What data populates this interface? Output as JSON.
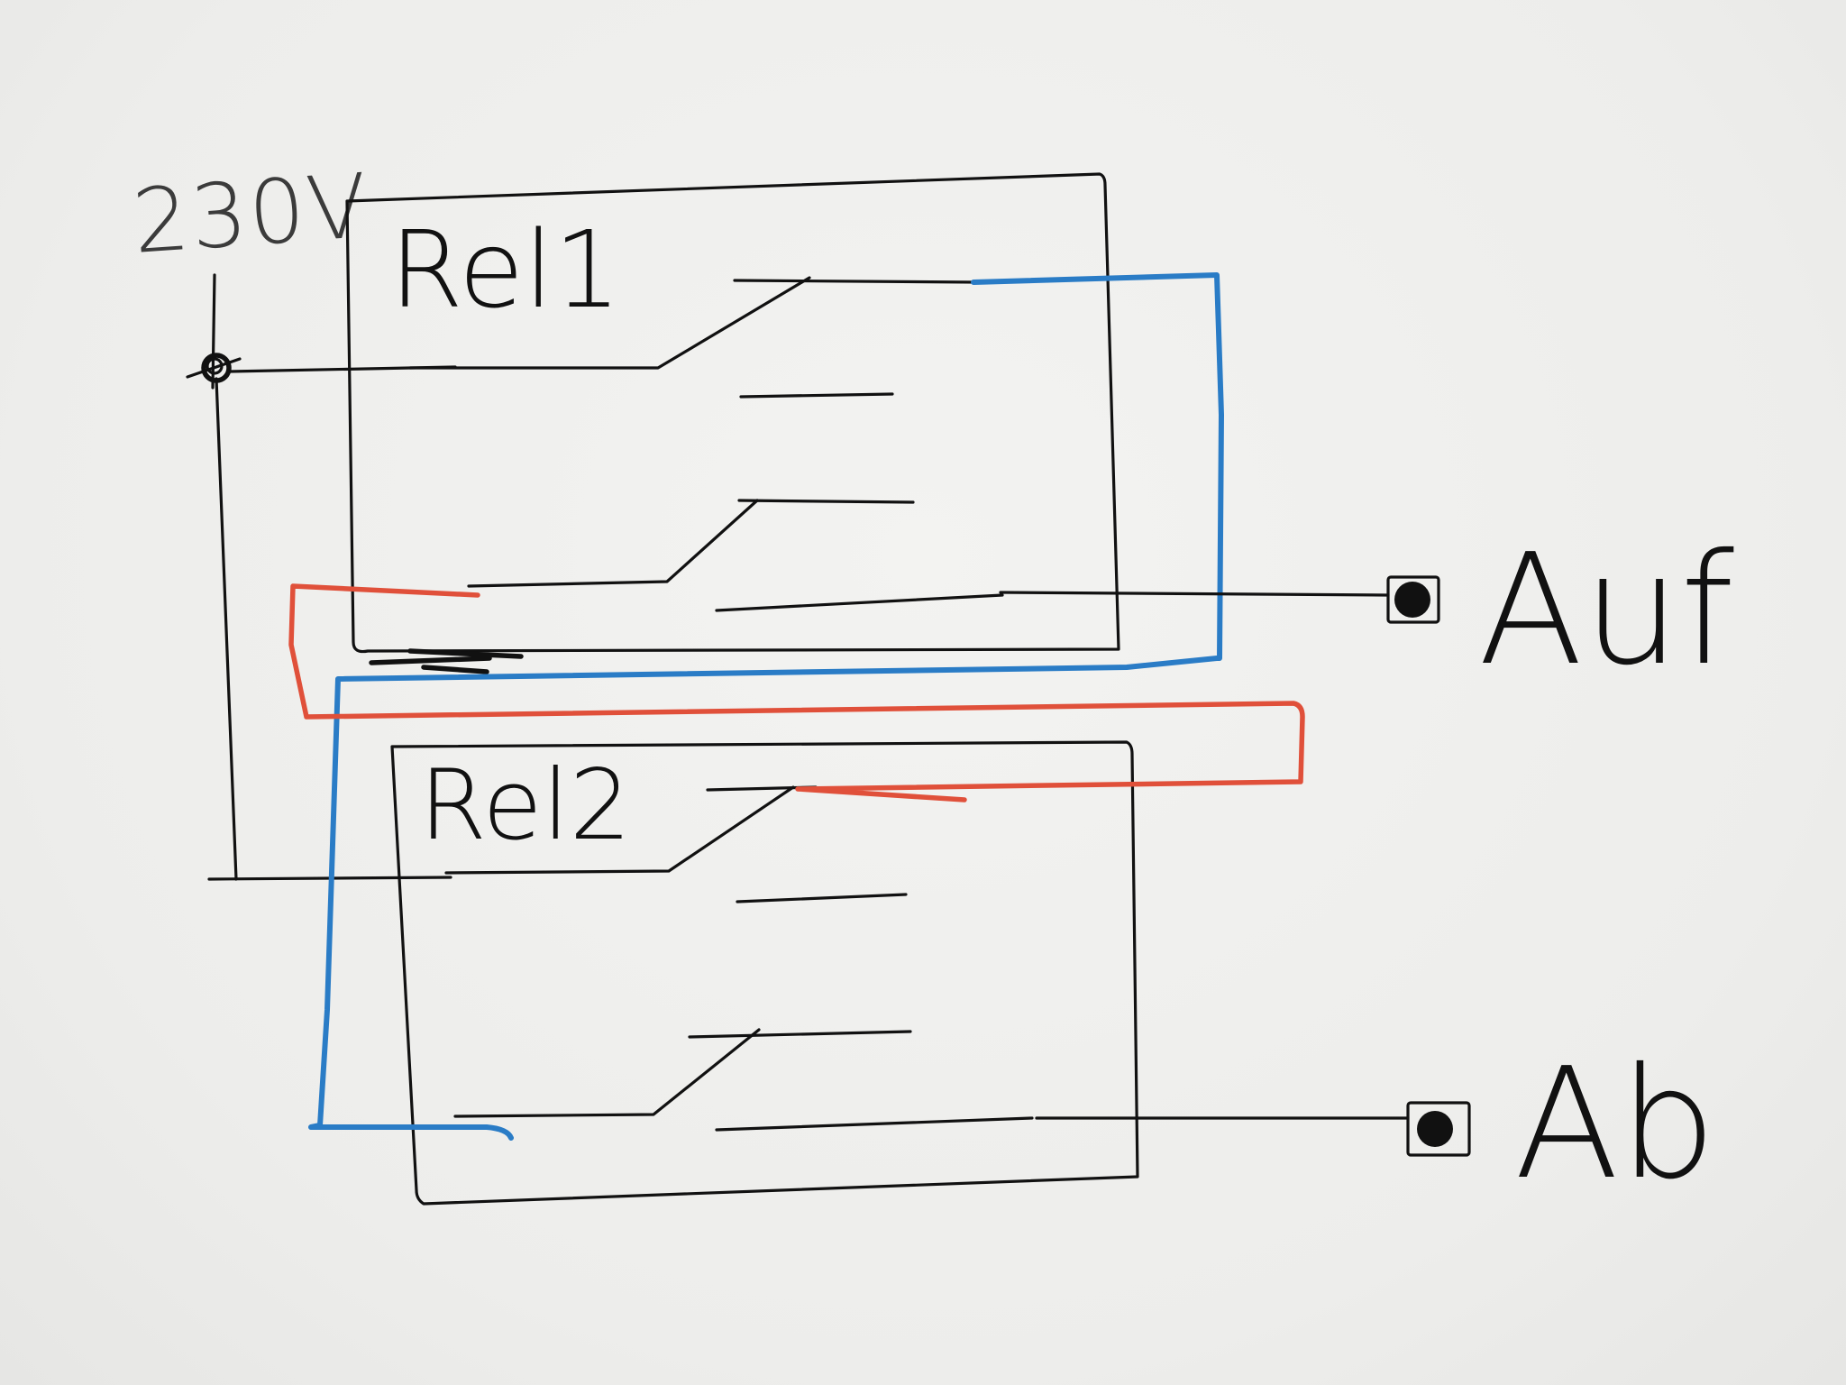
{
  "supply": {
    "label": "230V"
  },
  "relays": [
    {
      "label": "Rel1"
    },
    {
      "label": "Rel2"
    }
  ],
  "outputs": [
    {
      "label": "Auf"
    },
    {
      "label": "Ab"
    }
  ],
  "colors": {
    "ink": "#111111",
    "blue_wire": "#2a7cc6",
    "red_wire": "#e0503a",
    "paper": "#efefed"
  }
}
